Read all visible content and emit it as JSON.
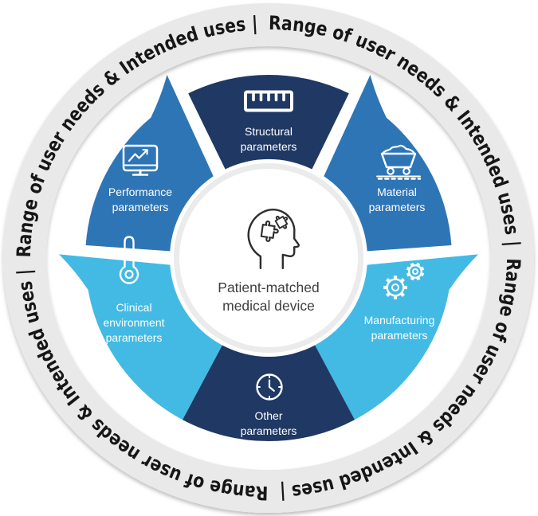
{
  "outer_ring": {
    "text": "Range of user needs & Intended uses |",
    "repetitions": 4,
    "band_color": "#E9E9E9",
    "text_color": "#161616"
  },
  "wheel": {
    "label_color": "#FFFFFF",
    "segments": [
      {
        "id": "structural",
        "label_lines": [
          "Structural",
          "parameters"
        ],
        "icon": "ruler-icon",
        "color": "#1F3864"
      },
      {
        "id": "material",
        "label_lines": [
          "Material",
          "parameters"
        ],
        "icon": "material-cart-icon",
        "color": "#2E75B6"
      },
      {
        "id": "manufacturing",
        "label_lines": [
          "Manufacturing",
          "parameters"
        ],
        "icon": "gears-icon",
        "color": "#42BAE4"
      },
      {
        "id": "other",
        "label_lines": [
          "Other",
          "parameters"
        ],
        "icon": "clock-icon",
        "color": "#1F3864"
      },
      {
        "id": "clinical",
        "label_lines": [
          "Clinical",
          "environment",
          "parameters"
        ],
        "icon": "thermometer-icon",
        "color": "#42BAE4"
      },
      {
        "id": "performance",
        "label_lines": [
          "Performance",
          "parameters"
        ],
        "icon": "performance-monitor-icon",
        "color": "#2E75B6"
      }
    ]
  },
  "center": {
    "line1": "Patient-matched",
    "line2": "medical device",
    "icon": "head-with-puzzle-icon",
    "background": "#FFFFFF",
    "text_color": "#3F3F3F"
  }
}
